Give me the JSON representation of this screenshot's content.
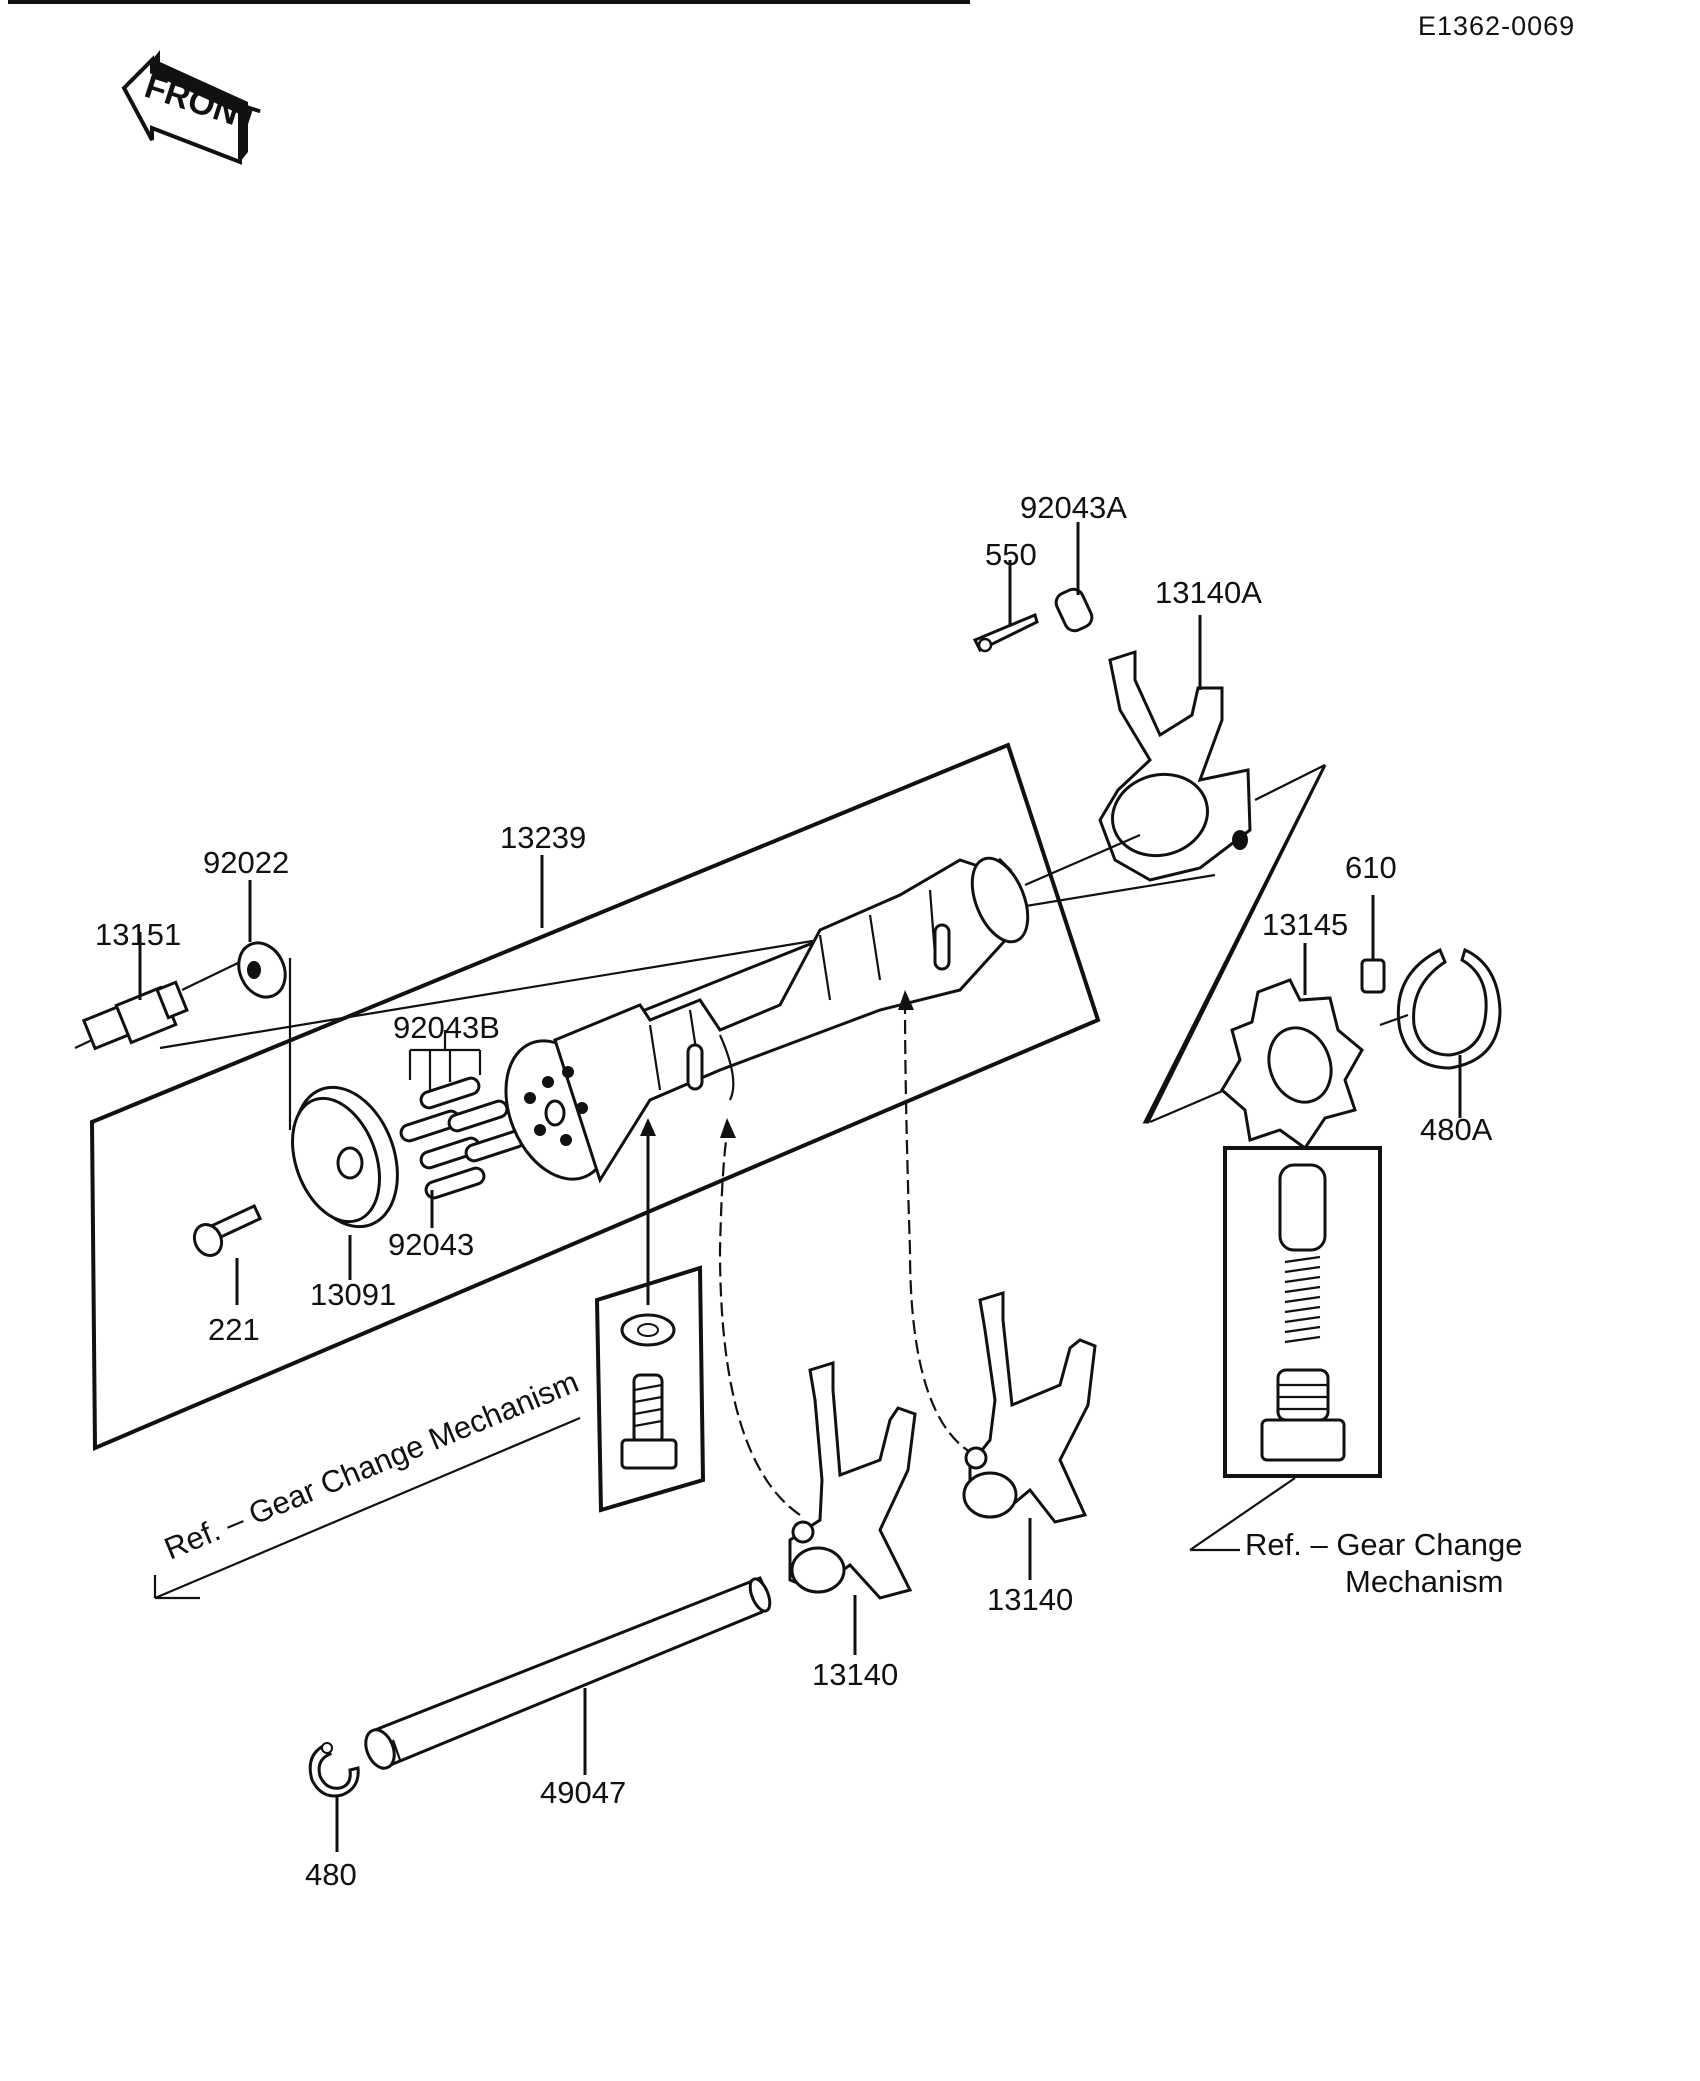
{
  "diagram_code": "E1362-0069",
  "front_label": "FRONT",
  "parts": {
    "p13151": "13151",
    "p92022": "92022",
    "p13239": "13239",
    "p92043B": "92043B",
    "p92043": "92043",
    "p221": "221",
    "p13091": "13091",
    "p92043A": "92043A",
    "p550": "550",
    "p13140A": "13140A",
    "p610": "610",
    "p13145": "13145",
    "p480A": "480A",
    "p13140_left": "13140",
    "p13140_right": "13140",
    "p49047": "49047",
    "p480": "480"
  },
  "references": {
    "left_ref": "Ref. – Gear Change Mechanism",
    "right_ref_line1": "Ref. – Gear Change",
    "right_ref_line2": "Mechanism"
  }
}
